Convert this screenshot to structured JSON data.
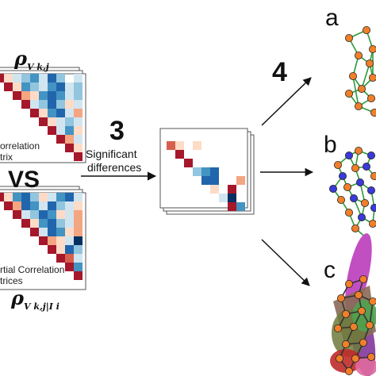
{
  "left_top": {
    "symbol": "ρ",
    "subscript": "V k,j",
    "caption_line1": "orrelation",
    "caption_line2": "trix"
  },
  "vs_label": "VS",
  "left_bottom": {
    "symbol": "ρ",
    "subscript": "V k,j|I i",
    "caption_line1": "rtial Correlation",
    "caption_line2": "trices"
  },
  "step3": {
    "number": "3",
    "line1": "Significant",
    "line2": "differences"
  },
  "step4": {
    "number": "4"
  },
  "panels": {
    "a": "a",
    "b": "b",
    "c": "c"
  },
  "colors": {
    "dark_red": "#a5172a",
    "red": "#d6604d",
    "salmon": "#f4a582",
    "pale_red": "#fddbc7",
    "pale_blue": "#d1e5f0",
    "light_blue": "#92c5de",
    "blue": "#4393c3",
    "dark_blue": "#2166ac",
    "navy": "#053061",
    "node_orange": "#f07f2a",
    "node_blue": "#3a3ad8",
    "edge_green": "#2e9a3a"
  }
}
